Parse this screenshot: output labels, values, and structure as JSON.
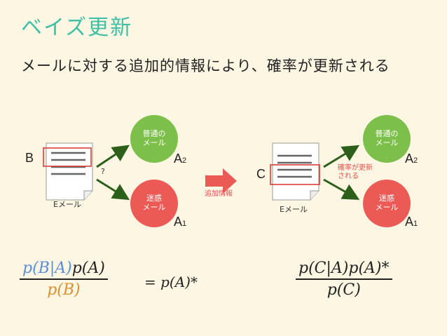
{
  "title": "ベイズ更新",
  "subtitle": "メールに対する追加的情報により、確率が更新される",
  "colors": {
    "title": "#3fbfa6",
    "green_circle": "#7cc04b",
    "red_circle": "#ec5a56",
    "arrow_dark": "#2c5f1a",
    "transition_arrow": "#ec5a56",
    "highlight_box": "#d9302c",
    "math_blue": "#5b8fd4",
    "math_orange": "#e0902a"
  },
  "left_diagram": {
    "var_label": "B",
    "doc_caption": "Eメール",
    "question_mark": "?",
    "top_circle": "普通の\nメール",
    "top_label_main": "A",
    "top_label_sub": "2",
    "bottom_circle": "迷惑\nメール",
    "bottom_label_main": "A",
    "bottom_label_sub": "1"
  },
  "transition": {
    "label": "追加情報"
  },
  "right_diagram": {
    "var_label": "C",
    "doc_caption": "Eメール",
    "update_note": "確率が更新\nされる",
    "top_circle": "普通の\nメール",
    "top_label_main": "A",
    "top_label_sub": "2",
    "bottom_circle": "迷惑\nメール",
    "bottom_label_main": "A",
    "bottom_label_sub": "1"
  },
  "formula_left": {
    "num_part1": "p(B|A)",
    "num_part2": "p(A)",
    "den": "p(B)",
    "rhs": "= p(A)*"
  },
  "formula_right": {
    "num": "p(C|A)p(A)*",
    "den": "p(C)"
  }
}
